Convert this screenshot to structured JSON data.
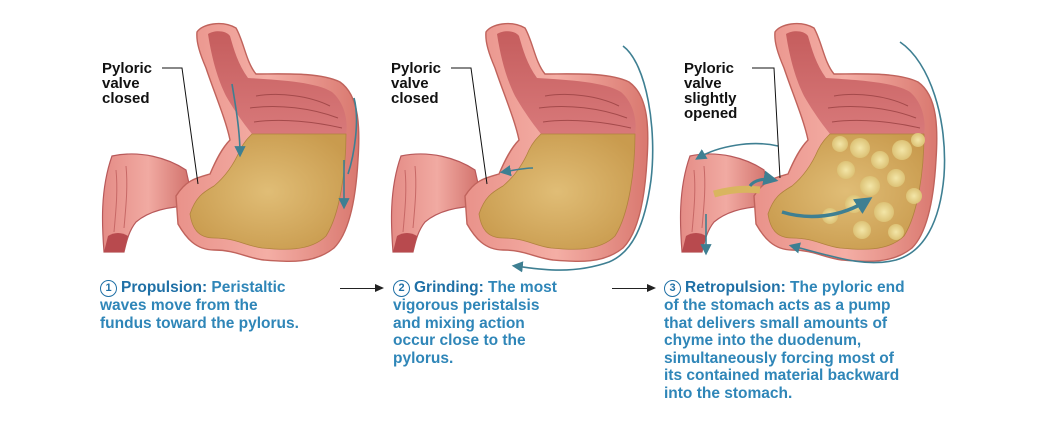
{
  "panels": [
    {
      "callout": [
        "Pyloric",
        "valve",
        "closed"
      ],
      "number": "1",
      "title": "Propulsion:",
      "text_lines": [
        " Peristaltic",
        "waves move from the",
        "fundus toward the pylorus."
      ]
    },
    {
      "callout": [
        "Pyloric",
        "valve",
        "closed"
      ],
      "number": "2",
      "title": "Grinding:",
      "text_lines": [
        " The most",
        "vigorous peristalsis",
        "and mixing action",
        "occur close to the",
        "pylorus."
      ]
    },
    {
      "callout": [
        "Pyloric",
        "valve",
        "slightly",
        "opened"
      ],
      "number": "3",
      "title": "Retropulsion:",
      "text_lines": [
        " The pyloric end",
        "of the stomach acts as a pump",
        "that delivers small amounts of",
        "chyme into the duodenum,",
        "simultaneously forcing most of",
        "its contained material backward",
        "into the stomach."
      ]
    }
  ],
  "colors": {
    "caption_blue": "#2f86b8",
    "wave_arrow": "#3e7f92",
    "stomach_wall": "#d9786f",
    "chyme": "#d7b064"
  }
}
